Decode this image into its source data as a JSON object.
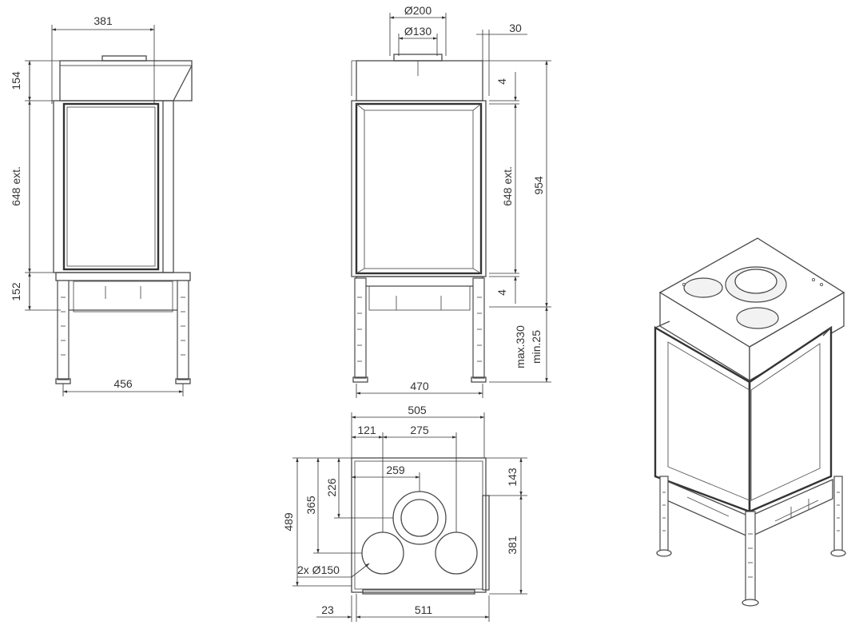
{
  "dimensions": {
    "side_view": {
      "top_width": "381",
      "top_height": "154",
      "glass_height": "648 ext.",
      "base_height": "152",
      "leg_width": "456"
    },
    "front_view": {
      "flue_outer": "Ø200",
      "flue_inner": "Ø130",
      "offset_top": "30",
      "gap_top": "4",
      "glass_height": "648 ext.",
      "gap_bottom": "4",
      "total_height": "954",
      "leg_max": "max.330",
      "leg_min": "min.25",
      "leg_width": "470"
    },
    "top_view": {
      "width_total": "505",
      "offset_left": "121",
      "offset_mid": "275",
      "center_span": "259",
      "depth_226": "226",
      "depth_365": "365",
      "depth_total": "489",
      "right_143": "143",
      "right_381": "381",
      "holes_label": "2x Ø150",
      "bottom_offset": "23",
      "bottom_width": "511"
    }
  }
}
